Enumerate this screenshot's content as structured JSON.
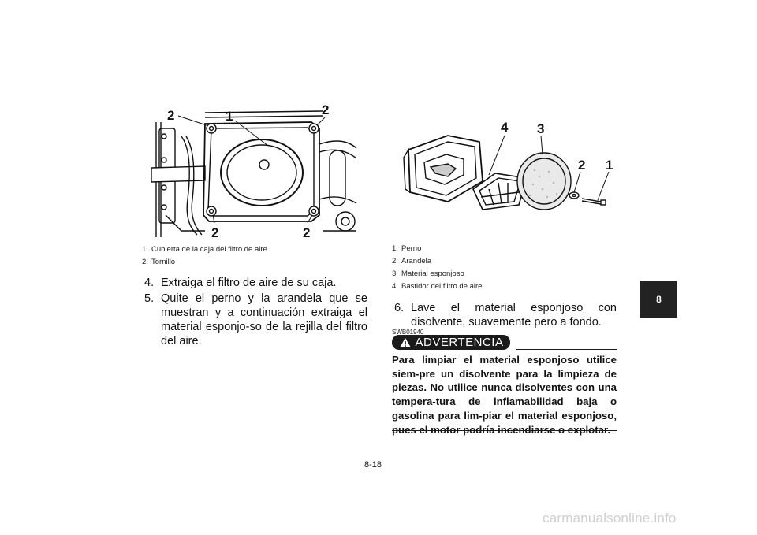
{
  "figure1": {
    "callouts": [
      "2",
      "1",
      "2",
      "2",
      "2"
    ],
    "captions": [
      {
        "num": "1.",
        "text": "Cubierta de la caja del filtro de aire"
      },
      {
        "num": "2.",
        "text": "Tornillo"
      }
    ]
  },
  "figure2": {
    "callouts": [
      "4",
      "3",
      "2",
      "1"
    ],
    "captions": [
      {
        "num": "1.",
        "text": "Perno"
      },
      {
        "num": "2.",
        "text": "Arandela"
      },
      {
        "num": "3.",
        "text": "Material esponjoso"
      },
      {
        "num": "4.",
        "text": "Bastidor del filtro de aire"
      }
    ]
  },
  "steps": [
    {
      "num": "4.",
      "text": "Extraiga el filtro de aire de su caja."
    },
    {
      "num": "5.",
      "text": "Quite el perno y la arandela que se muestran y a continuación extraiga el material esponjo-so de la rejilla del filtro del aire."
    },
    {
      "num": "6.",
      "text": "Lave el material esponjoso con disolvente, suavemente pero a fondo."
    }
  ],
  "section_tab": "8",
  "warning": {
    "code": "SWB01940",
    "label": "ADVERTENCIA",
    "text": "Para limpiar el material esponjoso utilice siem-pre un disolvente para la limpieza de piezas. No utilice nunca disolventes con una tempera-tura de inflamabilidad baja o gasolina para lim-piar el material esponjoso, pues el motor podría incendiarse o explotar."
  },
  "page_number": "8-18",
  "watermark": "carmanualsonline.info"
}
